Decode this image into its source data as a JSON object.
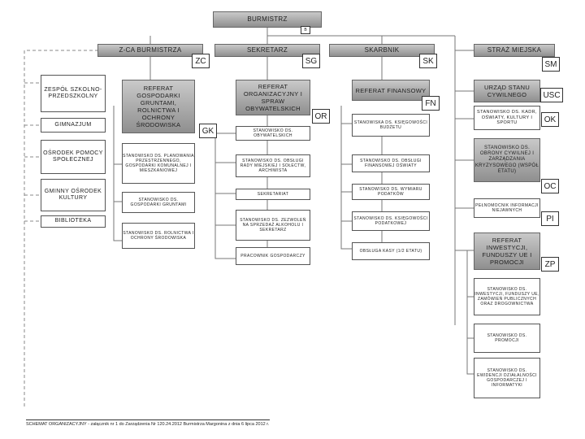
{
  "boxes": {
    "burmistrz": "BURMISTRZ",
    "zca": "Z-CA BURMISTRZA",
    "sekretarz": "SEKRETARZ",
    "skarbnik": "SKARBNIK",
    "straz": "STRAŻ MIEJSKA",
    "zespol": "ZESPÓŁ SZKOLNO-PRZEDSZKOLNY",
    "gimnazjum": "GIMNAZJUM",
    "osrodek": "OŚRODEK POMOCY SPOŁECZNEJ",
    "gok": "GMINNY OŚRODEK KULTURY",
    "biblioteka": "BIBLIOTEKA",
    "ref_gosp": "REFERAT GOSPODARKI GRUNTAMI, ROLNICTWA I OCHRONY ŚRODOWISKA",
    "ref_org": "REFERAT ORGANIZACYJNY I SPRAW OBYWATELSKICH",
    "ref_fin": "REFERAT FINANSOWY",
    "usc": "URZĄD STANU CYWILNEGO",
    "kadry": "STANOWISKO DS. KADR, OŚWIATY, KULTURY I SPORTU",
    "obrona": "STANOWISKO DS. OBRONY CYWILNEJ I ZARZĄDZANIA KRYZYSOWEGO (WSPÓŁ ETATU)",
    "pelnomocnik": "PEŁNOMOCNIK INFORMACJI NIEJAWNYCH",
    "ref_inw": "REFERAT INWESTYCJI, FUNDUSZY UE I PROMOCJI",
    "planowanie": "STANOWISKO DS. PLANOWANIA PRZESTRZENNEGO, GOSPODARKI KOMUNALNEJ I MIESZKANIOWEJ",
    "grunty": "STANOWISKO DS. GOSPODARKI GRUNTAMI",
    "rolnictwo": "STANOWISKO DS. ROLNICTWA I OCHRONY ŚRODOWISKA",
    "obywatelskie": "STANOWISKO DS. OBYWATELSKICH",
    "obsluga_rady": "STANOWISKO DS. OBSŁUGI RADY MIEJSKIEJ I SOŁECTW, ARCHIWISTA",
    "sekretariat": "SEKRETARIAT",
    "alkohol": "STANOWISKO DS. ZEZWOLEŃ NA SPRZEDAŻ ALKOHOLU I SEKRETARZ",
    "pracownik": "PRACOWNIK GOSPODARCZY",
    "ksiegowosc_budzetu": "STANOWISKA DS. KSIĘGOWOŚCI BUDŻETU",
    "obsluga_oswiaty": "STANOWISKO DS. OBSŁUGI FINANSOWEJ OŚWIATY",
    "wymiar": "STANOWISKO DS. WYMIARU PODATKÓW",
    "ksiegowosc_podatkowa": "STANOWISKO DS. KSIĘGOWOŚCI PODATKOWEJ",
    "kasa": "OBSŁUGA KASY (1/2 ETATU)",
    "inwestycje": "STANOWISKO DS. INWESTYCJI, FUNDUSZY UE, ZAMÓWIEŃ PUBLICZNYCH ORAZ DROGOWNICTWA",
    "promocja": "STANOWISKO DS. PROMOCJI",
    "ewidencja": "STANOWISKO DS. EWIDENCJI DZIAŁALNOŚCI GOSPODARCZEJ I INFORMATYKI"
  },
  "codes": {
    "b": "B",
    "zc": "ZC",
    "sg": "SG",
    "sk": "SK",
    "sm": "SM",
    "gk": "GK",
    "or": "OR",
    "fn": "FN",
    "usc": "USC",
    "ok": "OK",
    "oc": "OC",
    "pi": "PI",
    "zp": "ZP"
  },
  "footer": "SCHEMAT ORGANIZACYJNY - załącznik nr 1 do Zarządzenia Nr 120.24.2012 Burmistrza Margonina z dnia 6 lipca 2012 r."
}
